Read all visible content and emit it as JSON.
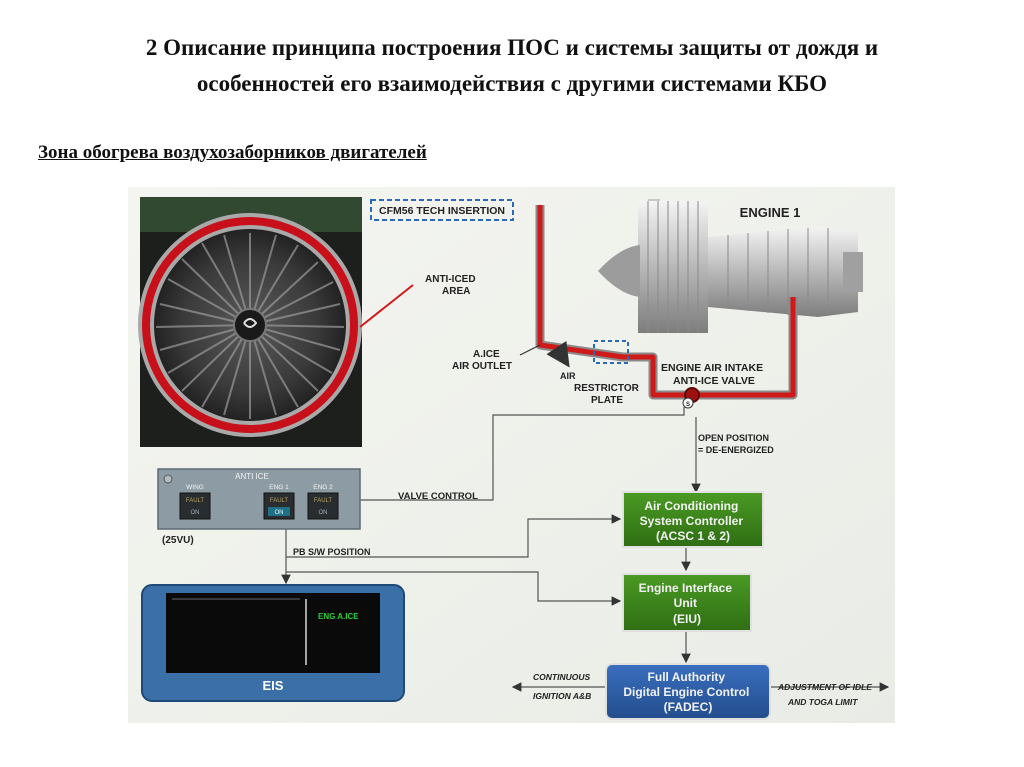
{
  "slide": {
    "title_line1": "2 Описание принципа построения ПОС и системы защиты от дождя и",
    "title_line2": "особенностей его взаимодействия с другими системами КБО",
    "subtitle": "Зона обогрева воздухозаборников двигателей"
  },
  "diagram": {
    "cfm56_tag": "CFM56 TECH INSERTION",
    "engine_label": "ENGINE 1",
    "anti_iced_area": [
      "ANTI-ICED",
      "AREA"
    ],
    "aice_outlet": [
      "A.ICE",
      "AIR OUTLET"
    ],
    "air": "AIR",
    "restrictor_plate": [
      "RESTRICTOR",
      "PLATE"
    ],
    "intake_valve": [
      "ENGINE AIR INTAKE",
      "ANTI-ICE VALVE"
    ],
    "open_position": [
      "OPEN POSITION",
      "= DE-ENERGIZED"
    ],
    "valve_control": "VALVE CONTROL",
    "pb_sw_position": "PB S/W POSITION",
    "panel": {
      "header": "ANTI ICE",
      "buttons": [
        {
          "name": "WING",
          "fault": "FAULT",
          "on": "ON"
        },
        {
          "name": "ENG 1",
          "fault": "FAULT",
          "on": "ON"
        },
        {
          "name": "ENG 2",
          "fault": "FAULT",
          "on": "ON"
        }
      ],
      "ref": "(25VU)"
    },
    "acsc": [
      "Air Conditioning",
      "System Controller",
      "(ACSC 1 & 2)"
    ],
    "eiu": [
      "Engine Interface",
      "Unit",
      "(EIU)"
    ],
    "fadec": [
      "Full Authority",
      "Digital Engine Control",
      "(FADEC)"
    ],
    "continuous_ignition": [
      "CONTINUOUS",
      "IGNITION A&B"
    ],
    "adjustment": [
      "ADJUSTMENT OF IDLE",
      "AND TOGA LIMIT"
    ],
    "eis_label": "EIS",
    "eis_message": "ENG A.ICE",
    "valve_symbol": "S",
    "colors": {
      "hot_air_duct": "#d01a1a",
      "controller_box": "#3f8a1e",
      "fadec_box": "#2c5aa0",
      "eis_frame": "#3a6fa8",
      "eis_message": "#2ecc40"
    }
  }
}
